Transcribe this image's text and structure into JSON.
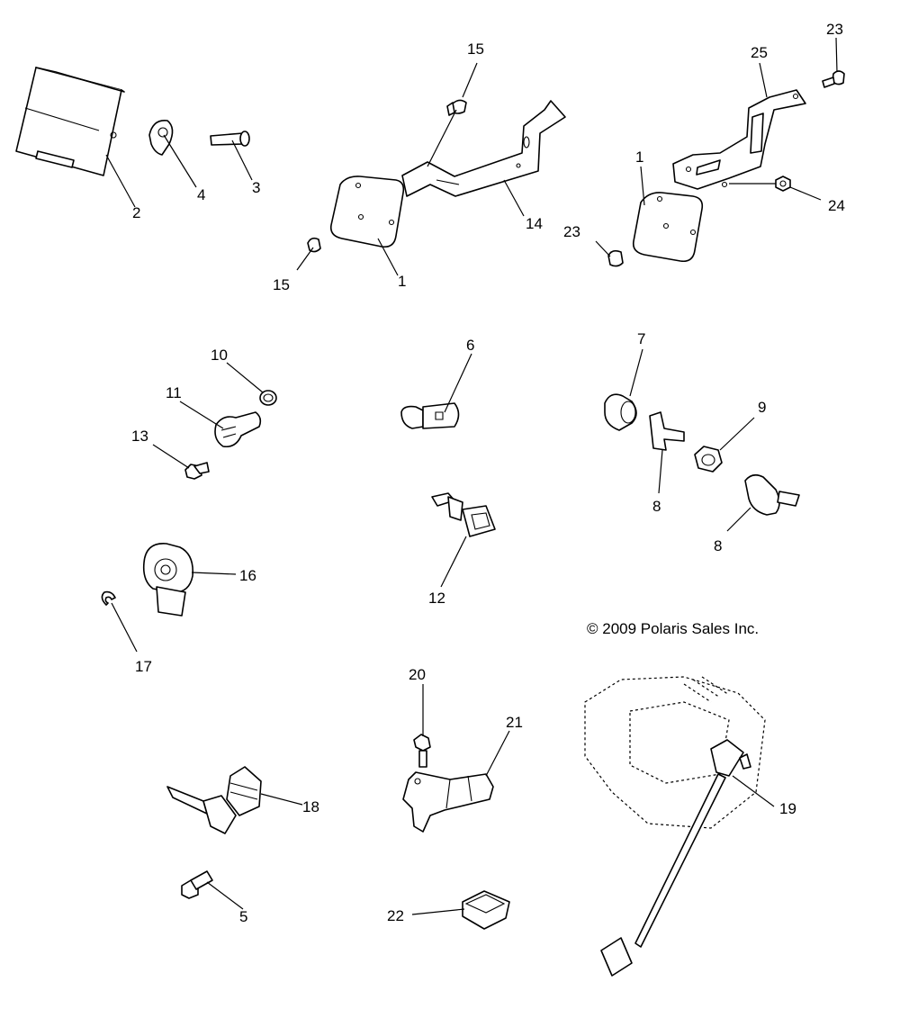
{
  "copyright": "© 2009 Polaris Sales Inc.",
  "callouts": {
    "c1a": "1",
    "c1b": "1",
    "c2": "2",
    "c3": "3",
    "c4": "4",
    "c5": "5",
    "c6": "6",
    "c7": "7",
    "c8a": "8",
    "c8b": "8",
    "c9": "9",
    "c10": "10",
    "c11": "11",
    "c12": "12",
    "c13": "13",
    "c14": "14",
    "c15a": "15",
    "c15b": "15",
    "c16": "16",
    "c17": "17",
    "c18": "18",
    "c19": "19",
    "c20": "20",
    "c21": "21",
    "c22": "22",
    "c23a": "23",
    "c23b": "23",
    "c24": "24",
    "c25": "25"
  }
}
